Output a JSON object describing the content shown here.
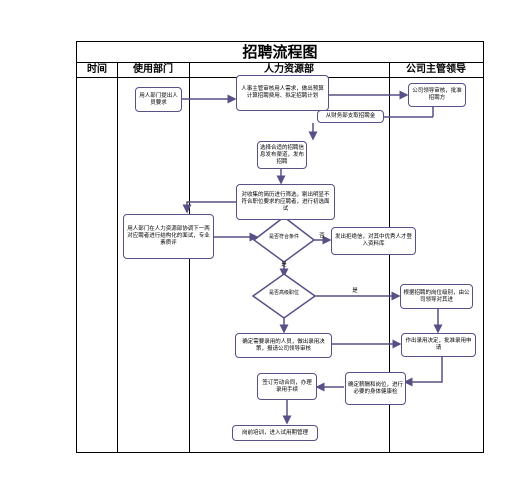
{
  "title": "招聘流程图",
  "columns": {
    "time": "时间",
    "dept": "使用部门",
    "hr": "人力资源部",
    "mgr": "公司主管领导"
  },
  "nodes": {
    "dept_request": "用人部门提出人员要求",
    "hr_plan": "人事主管审核用人需求，做出预算计算招聘费用、拟定招聘计划",
    "mgr_approve_plan": "公司领导审核，批准招聘方",
    "finance": "从财务部支取招聘金",
    "publish": "选择合适的招聘信息发布渠道，发布招聘",
    "screen": "对收集的简历进行筛选，剔出明显不符合职位要求的应聘者，进行初选面试",
    "dept_interview": "用人部门在人力资源部协调下一两对应聘者进行结构化的面试，专业素质评",
    "decision_pass": "是否符合条件",
    "reject": "发出拒绝信，对其中优秀人才登入资料库",
    "decision_hire": "是否高级职位",
    "senior_review": "根据招聘的岗位级别，由公司领导对其进",
    "confirm_hire": "确定需要录用的人员，做出录用决策，报请公司领导审核",
    "mgr_approve_hire": "作出录用决定，批准录用申请",
    "salary": "确定薪酬和岗位，进行必要的身体健康检",
    "contract": "签订劳动合同，办理录用手续",
    "training": "岗前培训，进入试用期管理",
    "label_no": "否",
    "label_yes": "是",
    "label_yes2": "是"
  }
}
